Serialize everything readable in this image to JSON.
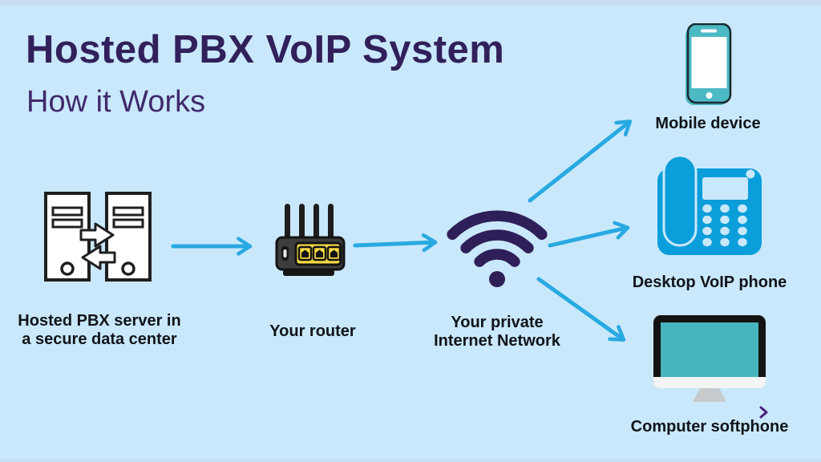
{
  "header": {
    "title": "Hosted PBX VoIP System",
    "subtitle": "How it Works"
  },
  "nodes": {
    "server": {
      "icon": "server-towers-icon",
      "line1": "Hosted PBX server in",
      "line2": "a secure data center"
    },
    "router": {
      "icon": "wifi-router-icon",
      "label": "Your router"
    },
    "network": {
      "icon": "wifi-signal-icon",
      "line1": "Your private",
      "line2": "Internet Network"
    },
    "mobile": {
      "icon": "smartphone-icon",
      "label": "Mobile device"
    },
    "desktop_phone": {
      "icon": "desk-phone-icon",
      "label": "Desktop VoIP phone"
    },
    "computer": {
      "icon": "desktop-monitor-icon",
      "label": "Computer softphone"
    }
  },
  "connections": [
    {
      "from": "server",
      "to": "router"
    },
    {
      "from": "router",
      "to": "network"
    },
    {
      "from": "network",
      "to": "mobile"
    },
    {
      "from": "network",
      "to": "desktop_phone"
    },
    {
      "from": "network",
      "to": "computer"
    }
  ],
  "colors": {
    "background": "#c9e8fc",
    "title_purple": "#31205a",
    "subtitle_purple": "#40296b",
    "label_black": "#101418",
    "arrow_cyan": "#28a9e1",
    "device_cyan": "#0a9edb",
    "device_teal": "#4cb9c4",
    "wifi_purple": "#2f1f58",
    "router_yellow": "#f5d843",
    "chevron_purple": "#4b2178"
  }
}
